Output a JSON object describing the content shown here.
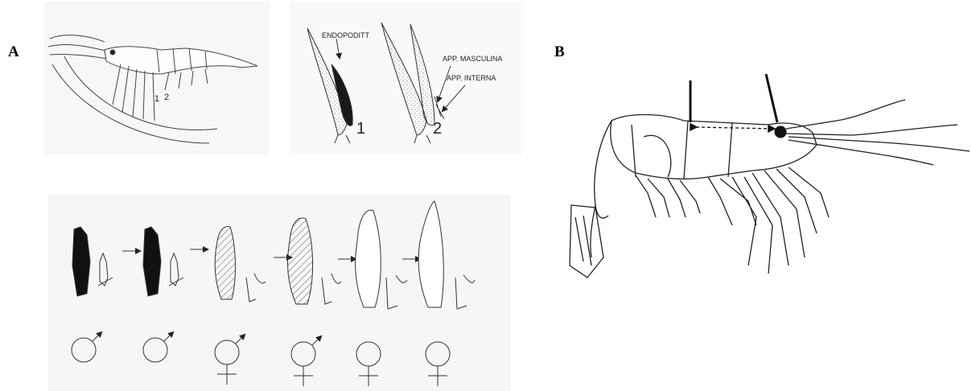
{
  "panels": {
    "a": {
      "letter": "A"
    },
    "b": {
      "letter": "B"
    }
  },
  "labels": {
    "endopoditt": "ENDOPODITT",
    "app_masculina": "APP. MASCULINA",
    "app_interna": "APP. INTERNA",
    "stage_1": "1",
    "stage_2": "2",
    "pleopod_1": "1",
    "pleopod_2": "2"
  }
}
